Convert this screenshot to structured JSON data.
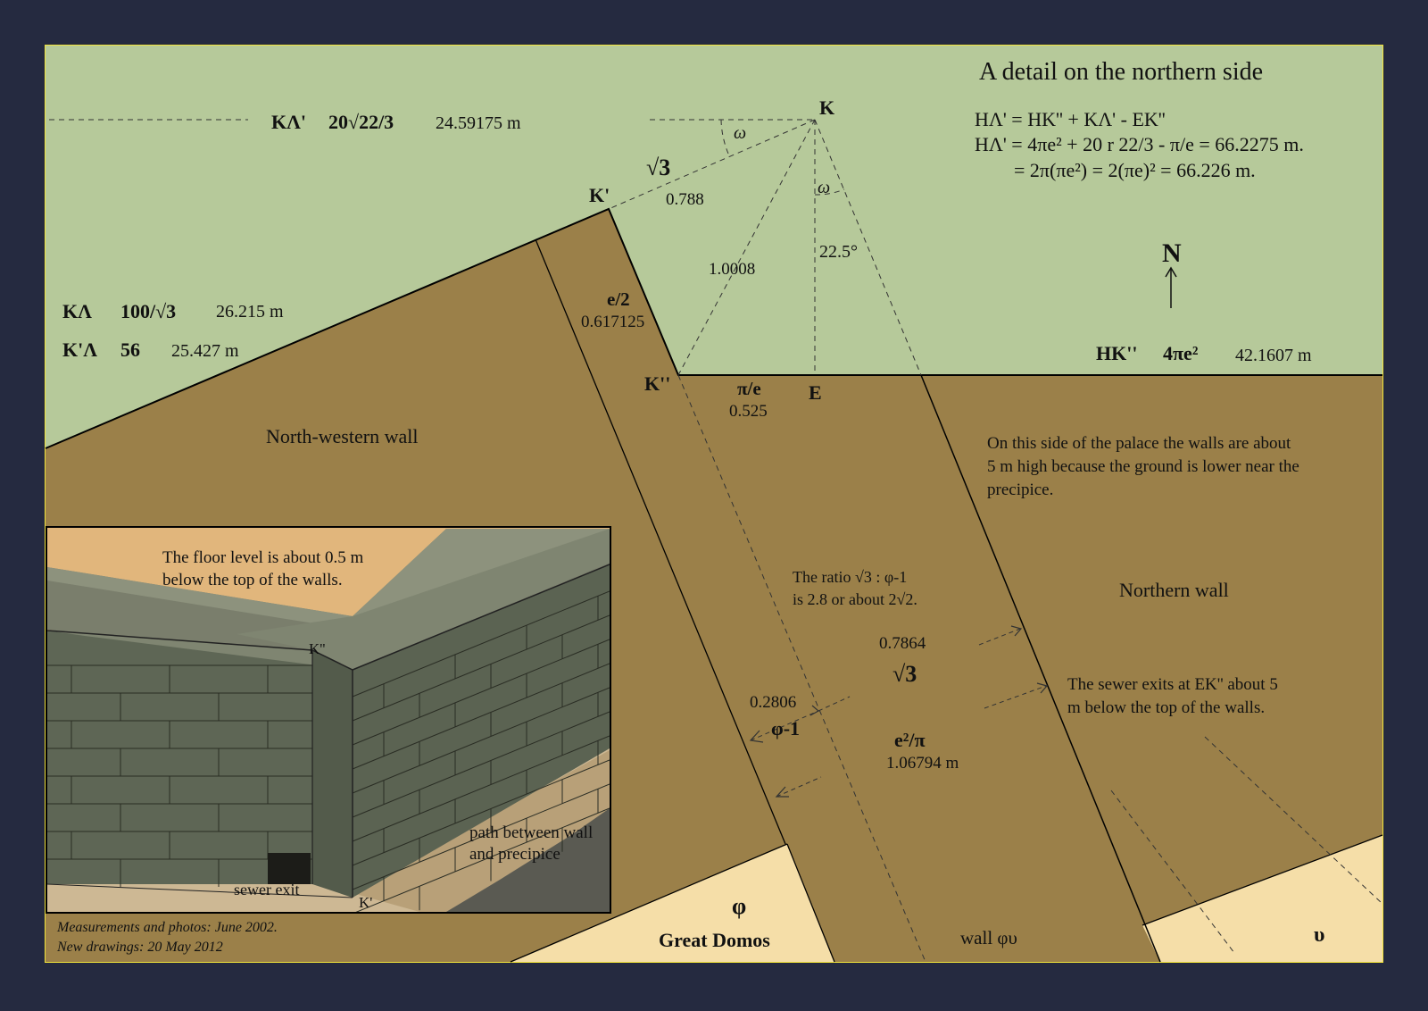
{
  "title": "A detail on the northern side",
  "formulas": {
    "line1": "HΛ' = HK'' + KΛ' - EK''",
    "line2": "HΛ' = 4πe² + 20 r 22/3 - π/e = 66.2275 m.",
    "line3": "= 2π(πe²) = 2(πe)² = 66.226 m."
  },
  "measures": {
    "klp_label": "KΛ'",
    "klp_expr": "20√22/3",
    "klp_value": "24.59175 m",
    "kl_label": "KΛ",
    "kl_expr": "100/√3",
    "kl_value": "26.215 m",
    "kpl_label": "K'Λ",
    "kpl_expr": "56",
    "kpl_value": "25.427 m",
    "hk_label": "HK''",
    "hk_expr": "4πe²",
    "hk_value": "42.1607 m"
  },
  "points": {
    "k": "K",
    "kp": "K'",
    "kpp": "K''",
    "e": "E"
  },
  "north": "N",
  "angles": {
    "omega": "ω",
    "degree": "22.5°"
  },
  "segments": {
    "sqrt3": "√3",
    "s0788": "0.788",
    "s10008": "1.0008",
    "e2": "e/2",
    "e2_value": "0.617125",
    "pie": "π/e",
    "pie_value": "0.525",
    "v07864": "0.7864",
    "sqrt3b": "√3",
    "v02806": "0.2806",
    "phi1": "φ-1",
    "e2pi": "e²/π",
    "e2pi_value": "1.06794 m"
  },
  "labels": {
    "nw_wall": "North-western wall",
    "n_wall": "Northern wall",
    "height_note": "On this side of the palace the walls are about 5 m high because the ground is lower near the precipice.",
    "ratio_note1": "The ratio √3 : φ-1",
    "ratio_note2": "is 2.8 or about 2√2.",
    "sewer_note": "The sewer exits at EK'' about 5 m below the top of the walls.",
    "phi": "φ",
    "great_domos": "Great Domos",
    "wall_phi_upsilon": "wall φυ",
    "upsilon": "υ"
  },
  "inset": {
    "floor_note": "The floor level is about 0.5 m below the top of the walls.",
    "kpp": "K''",
    "kp": "K'",
    "sewer_exit": "sewer exit",
    "path_note": "path between wall and precipice"
  },
  "credits": {
    "line1": "Measurements and photos: June 2002.",
    "line2": "New drawings: 20 May 2012"
  },
  "colors": {
    "background": "#252a40",
    "frame": "#f2e43a",
    "sky": "#b6c99a",
    "wall": "#9b8049",
    "sand": "#f5dea8",
    "stone": "#616a58"
  }
}
